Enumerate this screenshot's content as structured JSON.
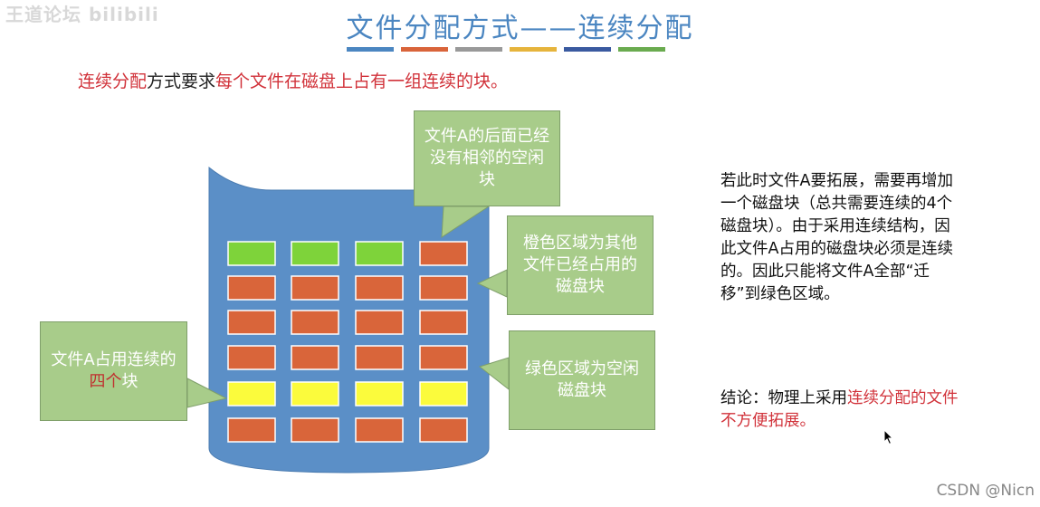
{
  "watermark": "王道论坛 bilibili",
  "title": "文件分配方式——连续分配",
  "title_color": "#4b86c1",
  "color_bars": [
    "#4b86c1",
    "#d9643a",
    "#999999",
    "#e6b43c",
    "#3a5aa0",
    "#6aab4f"
  ],
  "intro": {
    "part1": "连续分配",
    "part2": "方式要求",
    "part3": "每个文件在磁盘上占有一组连续的块。"
  },
  "callouts": {
    "top": "文件A的后面已经没有相邻的空闲块",
    "orange": "橙色区域为其他文件已经占用的磁盘块",
    "green": "绿色区域为空闲磁盘块",
    "left_part1": "文件A占用连续的",
    "left_part2": "四个",
    "left_part3": "块"
  },
  "disk_colors": {
    "disk": "#5b8fc7",
    "free": "#7ed33a",
    "used": "#d9653a",
    "file_a": "#fbfb3c"
  },
  "disk_rows": [
    [
      "free",
      "free",
      "free",
      "used"
    ],
    [
      "used",
      "used",
      "used",
      "used"
    ],
    [
      "used",
      "used",
      "used",
      "used"
    ],
    [
      "used",
      "used",
      "used",
      "used"
    ],
    [
      "file_a",
      "file_a",
      "file_a",
      "file_a"
    ],
    [
      "used",
      "used",
      "used",
      "used"
    ]
  ],
  "right_text": "若此时文件A要拓展，需要再增加一个磁盘块（总共需要连续的4个磁盘块）。由于采用连续结构，因此文件A占用的磁盘块必须是连续的。因此只能将文件A全部“迁移”到绿色区域。",
  "conclusion": {
    "part1": "结论：物理上采用",
    "part2": "连续分配的文件不方便拓展。"
  },
  "csdn": "CSDN @Nicn"
}
